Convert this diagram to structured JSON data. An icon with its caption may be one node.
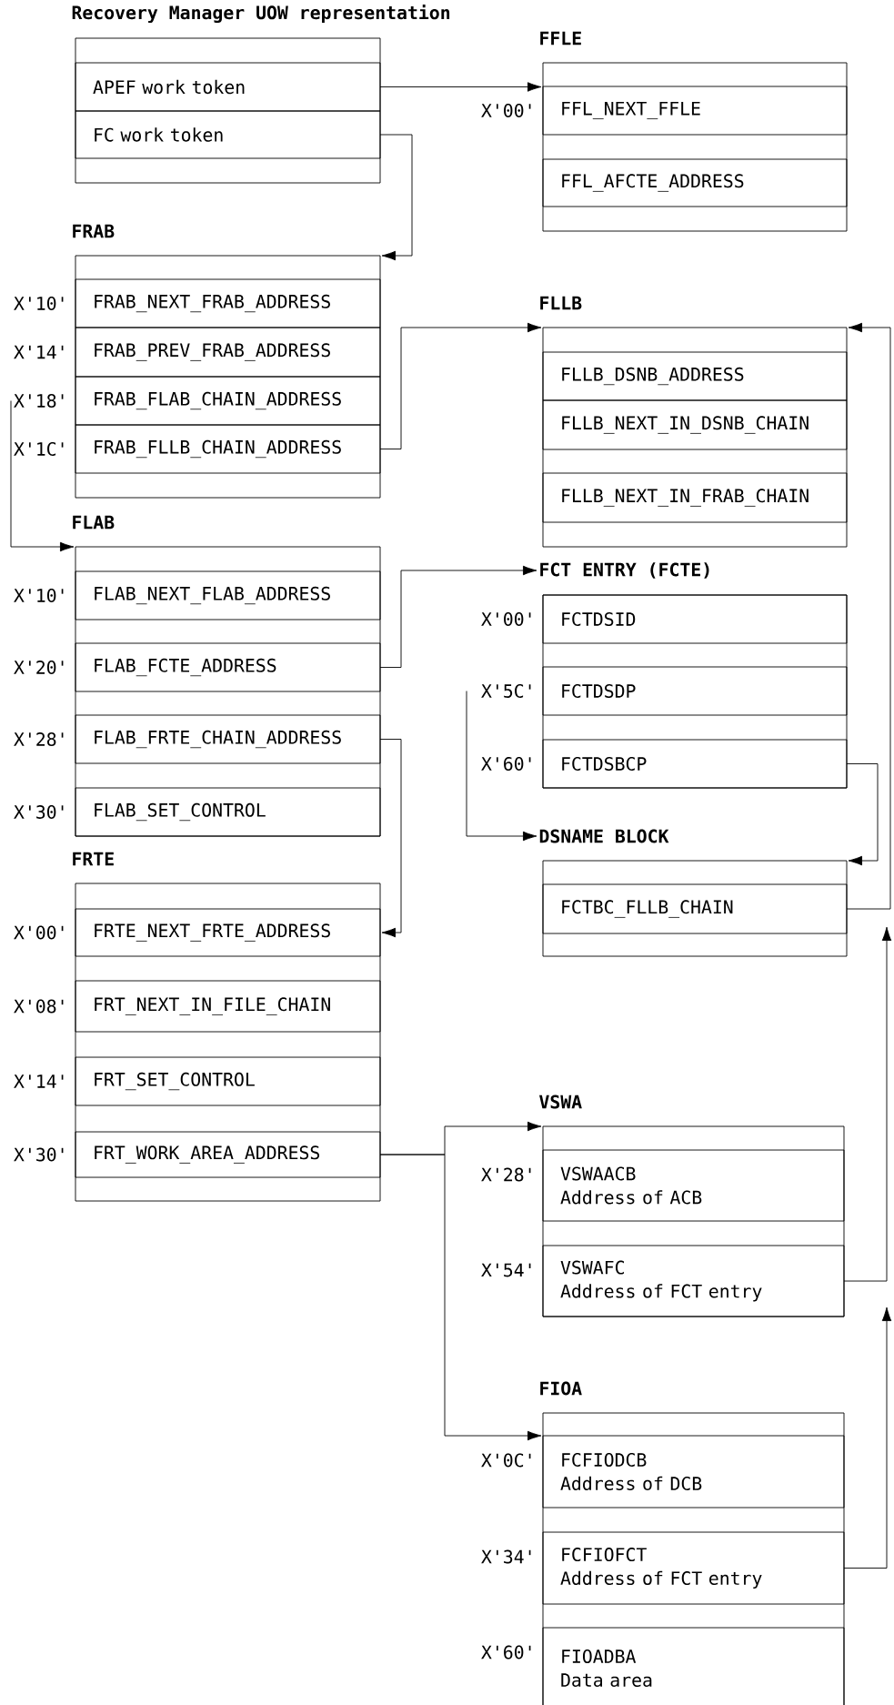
{
  "diagram": {
    "nodes": [
      {
        "text": [
          "Recovery Manager UOW representation"
        ]
      },
      {
        "text": [
          "APEF work token"
        ],
        "in": 0
      },
      {
        "text": [
          "FC work token"
        ],
        "in": 0
      },
      {
        "text": [
          "FFLE"
        ]
      },
      {
        "text": [
          "FFL_NEXT_FFLE"
        ],
        "in": 3,
        "beside": [
          "X'00'"
        ]
      },
      {
        "text": [
          "FFL_AFCTE_ADDRESS"
        ],
        "in": 3
      },
      {
        "text": [
          "FRAB"
        ]
      },
      {
        "text": [
          "FRAB_NEXT_FRAB_ADDRESS"
        ],
        "in": 6,
        "beside": [
          "X'10'"
        ]
      },
      {
        "text": [
          "FRAB_PREV_FRAB_ADDRESS"
        ],
        "in": 6,
        "beside": [
          "X'14'"
        ]
      },
      {
        "text": [
          "FRAB_FLAB_CHAIN_ADDRESS"
        ],
        "in": 6,
        "beside": [
          "X'18'"
        ]
      },
      {
        "text": [
          "FRAB_FLLB_CHAIN_ADDRESS"
        ],
        "in": 6,
        "beside": [
          "X'1C'"
        ]
      },
      {
        "text": [
          "FLLB"
        ]
      },
      {
        "text": [
          "FLLB_DSNB_ADDRESS"
        ],
        "in": 11
      },
      {
        "text": [
          "FLLB_NEXT_IN_DSNB_CHAIN"
        ],
        "in": 11
      },
      {
        "text": [
          "FLLB_NEXT_IN_FRAB_CHAIN"
        ],
        "in": 11
      },
      {
        "text": [
          "FLAB"
        ]
      },
      {
        "text": [
          "FLAB_NEXT_FLAB_ADDRESS"
        ],
        "in": 15,
        "beside": [
          "X'10'"
        ]
      },
      {
        "text": [
          "FLAB_FCTE_ADDRESS"
        ],
        "in": 15,
        "beside": [
          "X'20'"
        ]
      },
      {
        "text": [
          "FLAB_FRTE_CHAIN_ADDRESS"
        ],
        "in": 15,
        "beside": [
          "X'28'"
        ]
      },
      {
        "text": [
          "FLAB_SET_CONTROL"
        ],
        "in": 15,
        "beside": [
          "X'30'"
        ]
      },
      {
        "text": [
          "FCT ENTRY (FCTE)"
        ]
      },
      {
        "text": [
          "FCTDSID"
        ],
        "in": 20,
        "beside": [
          "X'00'"
        ]
      },
      {
        "text": [
          "FCTDSDP"
        ],
        "in": 20,
        "beside": [
          "X'5C'"
        ]
      },
      {
        "text": [
          "FCTDSBCP"
        ],
        "in": 20,
        "beside": [
          "X'60'"
        ]
      },
      {
        "text": [
          "FRTE"
        ]
      },
      {
        "text": [
          "FRTE_NEXT_FRTE_ADDRESS"
        ],
        "in": 24,
        "beside": [
          "X'00'"
        ]
      },
      {
        "text": [
          "FRT_NEXT_IN_FILE_CHAIN"
        ],
        "in": 24,
        "beside": [
          "X'08'"
        ]
      },
      {
        "text": [
          "FRT_SET_CONTROL"
        ],
        "in": 24,
        "beside": [
          "X'14'"
        ]
      },
      {
        "text": [
          "FRT_WORK_AREA_ADDRESS"
        ],
        "in": 24,
        "beside": [
          "X'30'"
        ]
      },
      {
        "text": [
          "DSNAME BLOCK"
        ]
      },
      {
        "text": [
          "FCTBC_FLLB_CHAIN"
        ],
        "in": 29
      },
      {
        "text": [
          "VSWA"
        ]
      },
      {
        "text": [
          "VSWAACB",
          "Address of ACB"
        ],
        "in": 31,
        "beside": [
          "X'28'"
        ]
      },
      {
        "text": [
          "VSWAFC",
          "Address of FCT entry"
        ],
        "in": 31,
        "beside": [
          "X'54'"
        ]
      },
      {
        "text": [
          "FIOA"
        ]
      },
      {
        "text": [
          "FCFIODCB",
          "Address of DCB"
        ],
        "in": 34,
        "beside": [
          "X'0C'"
        ]
      },
      {
        "text": [
          "FCFIOFCT",
          "Address of FCT entry"
        ],
        "in": 34,
        "beside": [
          "X'34'"
        ]
      },
      {
        "text": [
          "FIOADBA",
          "Data area"
        ],
        "in": 34,
        "beside": [
          "X'60'"
        ]
      }
    ],
    "edges": [
      {
        "from": 1,
        "to": 3,
        "arrow": "to"
      },
      {
        "from": 2,
        "to": 6,
        "arrow": "to"
      },
      {
        "from": 9,
        "to": 15,
        "arrow": "to"
      },
      {
        "from": 10,
        "to": 11,
        "arrow": "to"
      },
      {
        "from": 17,
        "to": 20,
        "arrow": "to"
      },
      {
        "from": 18,
        "to": 24,
        "arrow": "to"
      },
      {
        "from": 22,
        "to": 29,
        "arrow": "to"
      },
      {
        "from": 23,
        "to": 29,
        "arrow": "to"
      },
      {
        "from": 30,
        "to": 11,
        "arrow": "to"
      },
      {
        "from": 28,
        "to": 31,
        "arrow": "to"
      },
      {
        "from": 28,
        "to": 34,
        "arrow": "to"
      },
      {
        "from": 33,
        "to": null,
        "arrow": "to"
      },
      {
        "from": 36,
        "to": null,
        "arrow": "to"
      }
    ]
  }
}
